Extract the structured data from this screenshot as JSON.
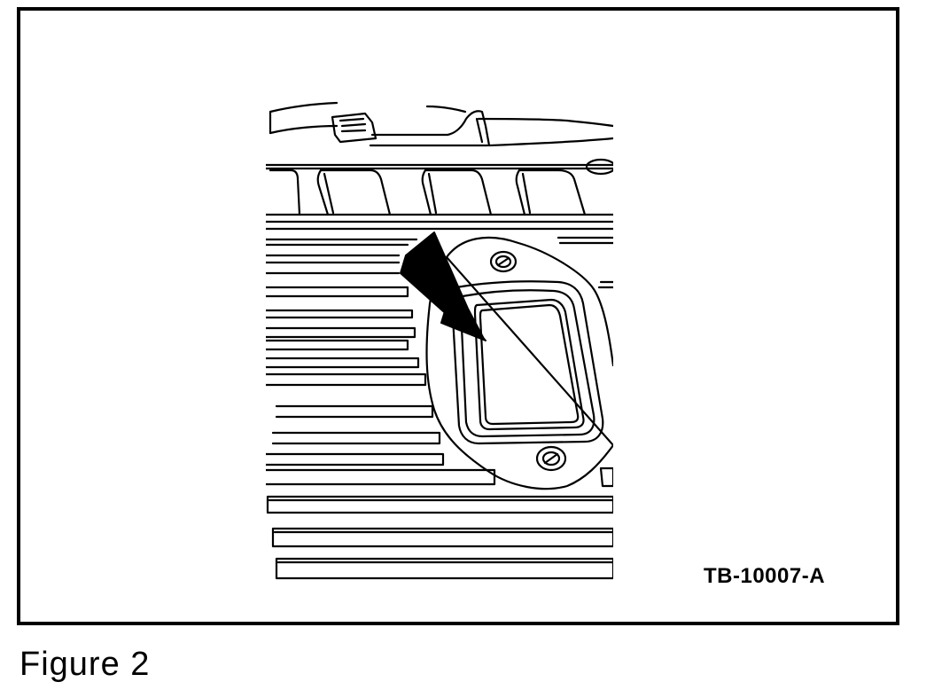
{
  "figure": {
    "drawing_id": "TB-10007-A",
    "caption": "Figure 2"
  },
  "illustration": {
    "subject": "transmission-pan-with-cover-plate",
    "indicator": "arrow-icon"
  }
}
